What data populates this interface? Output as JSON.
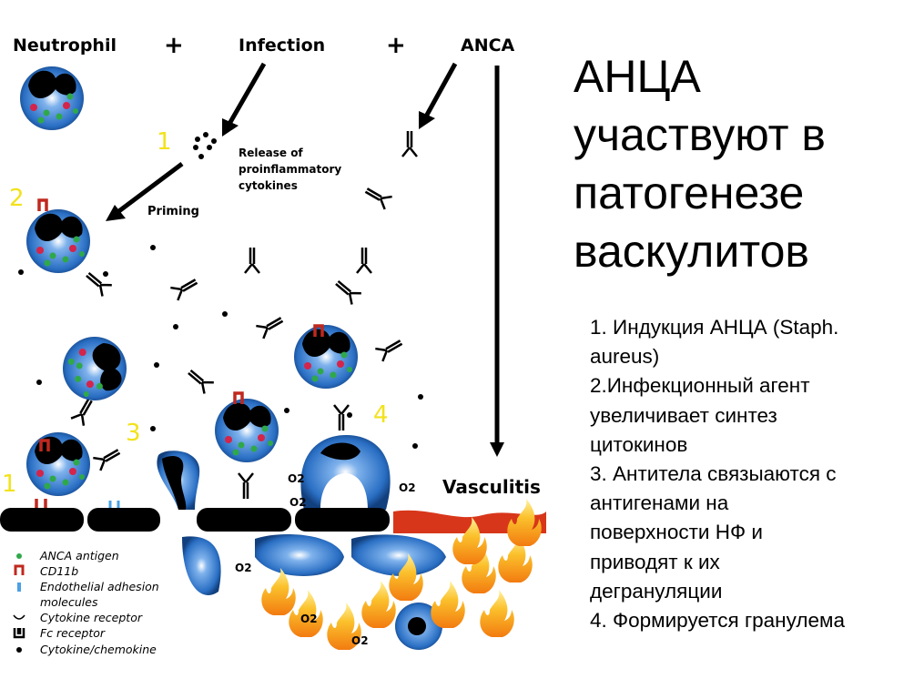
{
  "diagram": {
    "labels": {
      "neutrophil": "Neutrophil",
      "plus1": "+",
      "infection": "Infection",
      "plus2": "+",
      "anca": "ANCA",
      "release": [
        "Release of",
        "proinflammatory",
        "cytokines"
      ],
      "priming": "Priming",
      "vasculitis": "Vasculitis",
      "o2": "O2"
    },
    "step_numbers": [
      "1",
      "2",
      "3",
      "4",
      "1"
    ],
    "legend": [
      {
        "icon": "green-dot",
        "label": "ANCA antigen"
      },
      {
        "icon": "red-bracket",
        "label": "CD11b"
      },
      {
        "icon": "blue-bar",
        "label": "Endothelial adhesion"
      },
      {
        "icon": "",
        "label": "molecules"
      },
      {
        "icon": "cup-shape",
        "label": "Cytokine receptor"
      },
      {
        "icon": "u-shape",
        "label": "Fc receptor"
      },
      {
        "icon": "black-dot",
        "label": "Cytokine/chemokine"
      }
    ],
    "colors": {
      "cell": "#2a6fc4",
      "antigen": "#2fa84a",
      "cd11b": "#c0281e",
      "numbers": "#f2e21c",
      "flame": "#f5a21a"
    }
  },
  "title_lines": [
    "АНЦА",
    "участвуют в",
    "патогенезе",
    "васкулитов"
  ],
  "points": [
    "1. Индукция  АНЦА (Staph.",
    "aureus)",
    "2.Инфекционный  агент",
    "увеличивает  синтез",
    "цитокинов",
    "3. Антитела связыаются с",
    "антигенами на",
    "поверхности НФ и",
    "приводят к их",
    "дегрануляции",
    "4. Формируется гранулема"
  ]
}
